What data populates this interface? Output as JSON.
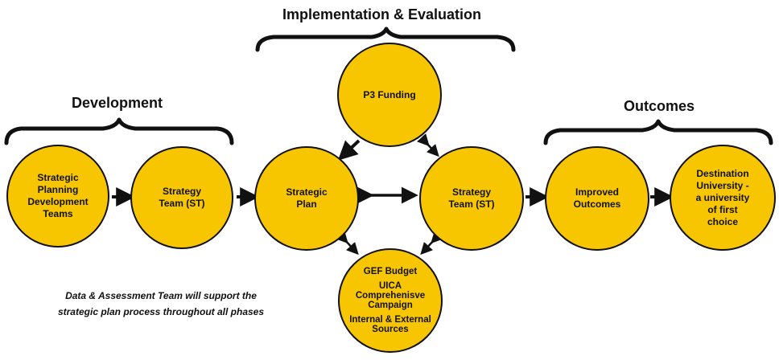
{
  "headings": {
    "development": "Development",
    "implementation": "Implementation & Evaluation",
    "outcomes": "Outcomes"
  },
  "circles": {
    "strategic_planning_teams": "Strategic\nPlanning\nDevelopment\nTeams",
    "strategy_team_dev": "Strategy\nTeam (ST)",
    "strategic_plan": "Strategic\nPlan",
    "p3_funding": "P3 Funding",
    "strategy_team_impl": "Strategy\nTeam (ST)",
    "improved_outcomes": "Improved\nOutcomes",
    "destination_university": "Destination\nUniversity -\na university\nof first\nchoice"
  },
  "funding_sources": {
    "gef_budget": "GEF Budget",
    "uica_campaign": "UICA\nComprehenisve\nCampaign",
    "internal_external": "Internal & External\nSources"
  },
  "note": {
    "line1": "Data & Assessment Team will support the",
    "line2": "strategic plan process throughout all phases"
  },
  "colors": {
    "circle_fill": "#F7C600",
    "stroke": "#111111"
  }
}
